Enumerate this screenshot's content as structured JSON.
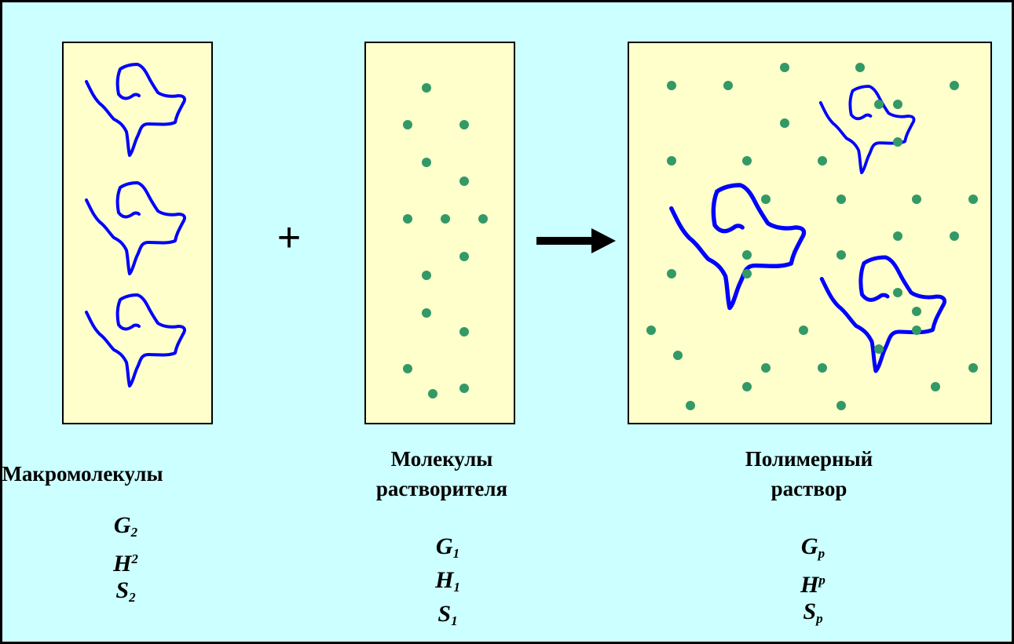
{
  "panels": {
    "left": {
      "label": "Макромолекулы",
      "symbols": [
        {
          "base": "G",
          "index": "2"
        },
        {
          "base": "H",
          "index": "2"
        },
        {
          "base": "S",
          "index": "2"
        }
      ]
    },
    "middle": {
      "label_line1": "Молекулы",
      "label_line2": "растворителя",
      "symbols": [
        {
          "base": "G",
          "index": "1"
        },
        {
          "base": "H",
          "index": "1"
        },
        {
          "base": "S",
          "index": "1"
        }
      ]
    },
    "right": {
      "label_line1": "Полимерный",
      "label_line2": "раствор",
      "symbols": [
        {
          "base": "G",
          "index": "p"
        },
        {
          "base": "H",
          "index": "p"
        },
        {
          "base": "S",
          "index": "p"
        }
      ]
    }
  },
  "operator": "+",
  "colors": {
    "background": "#ccffff",
    "panel": "#ffffcc",
    "chain": "#0000ff",
    "solvent": "#339966"
  }
}
